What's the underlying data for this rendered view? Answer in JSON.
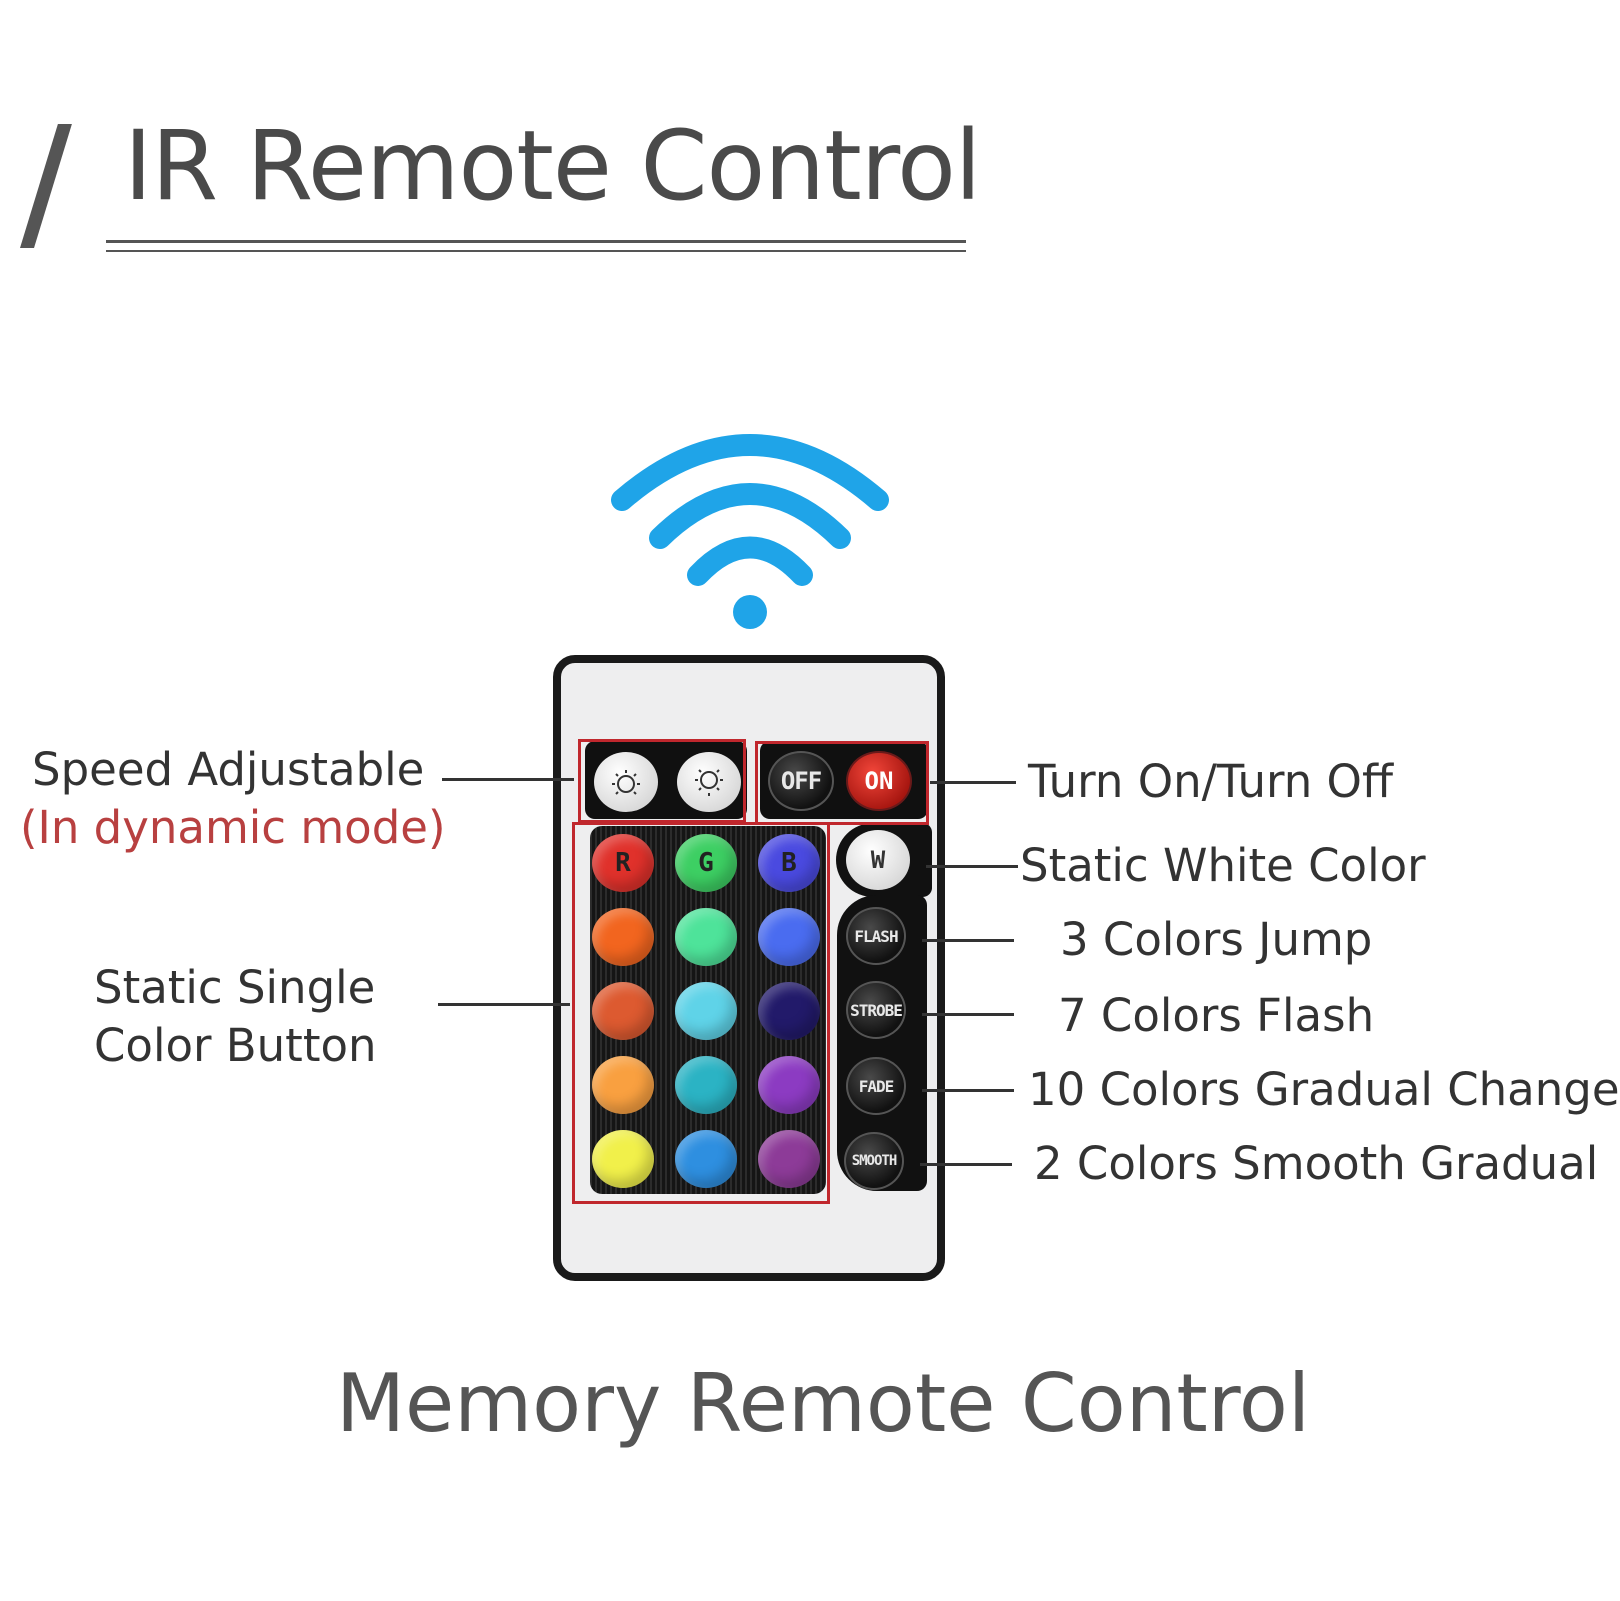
{
  "title": "IR Remote Control",
  "subtitle": "Memory Remote Control",
  "callouts": {
    "speed": "Speed Adjustable",
    "speed_note": "(In dynamic mode)",
    "power": "Turn On/Turn Off",
    "white": "Static White Color",
    "flash": "3 Colors Jump",
    "strobe": "7 Colors Flash",
    "fade": "10 Colors Gradual Change",
    "smooth": "2 Colors Smooth Gradual",
    "single_line1": "Static Single",
    "single_line2": "Color Button"
  },
  "remote": {
    "off_label": "OFF",
    "on_label": "ON",
    "white_label": "W",
    "flash_label": "FLASH",
    "strobe_label": "STROBE",
    "fade_label": "FADE",
    "smooth_label": "SMOOTH",
    "color_grid": [
      {
        "label": "R",
        "color": "#e0312b"
      },
      {
        "label": "G",
        "color": "#3dcf63"
      },
      {
        "label": "B",
        "color": "#4a4ae0"
      },
      {
        "label": "",
        "color": "#f2651f"
      },
      {
        "label": "",
        "color": "#4ee39a"
      },
      {
        "label": "",
        "color": "#4a6cf0"
      },
      {
        "label": "",
        "color": "#dd5a30"
      },
      {
        "label": "",
        "color": "#5fd3e8"
      },
      {
        "label": "",
        "color": "#221a6a"
      },
      {
        "label": "",
        "color": "#f9a040"
      },
      {
        "label": "",
        "color": "#2bb3c4"
      },
      {
        "label": "",
        "color": "#8c3bc2"
      },
      {
        "label": "",
        "color": "#f1f04a"
      },
      {
        "label": "",
        "color": "#2e8fe0"
      },
      {
        "label": "",
        "color": "#8d3b98"
      }
    ]
  },
  "colors": {
    "signal": "#1fa4e8",
    "highlight": "#c0272d"
  },
  "icons": {
    "signal": "wifi-signal-icon",
    "speed_down": "speed-down-icon",
    "speed_up": "speed-up-icon"
  }
}
